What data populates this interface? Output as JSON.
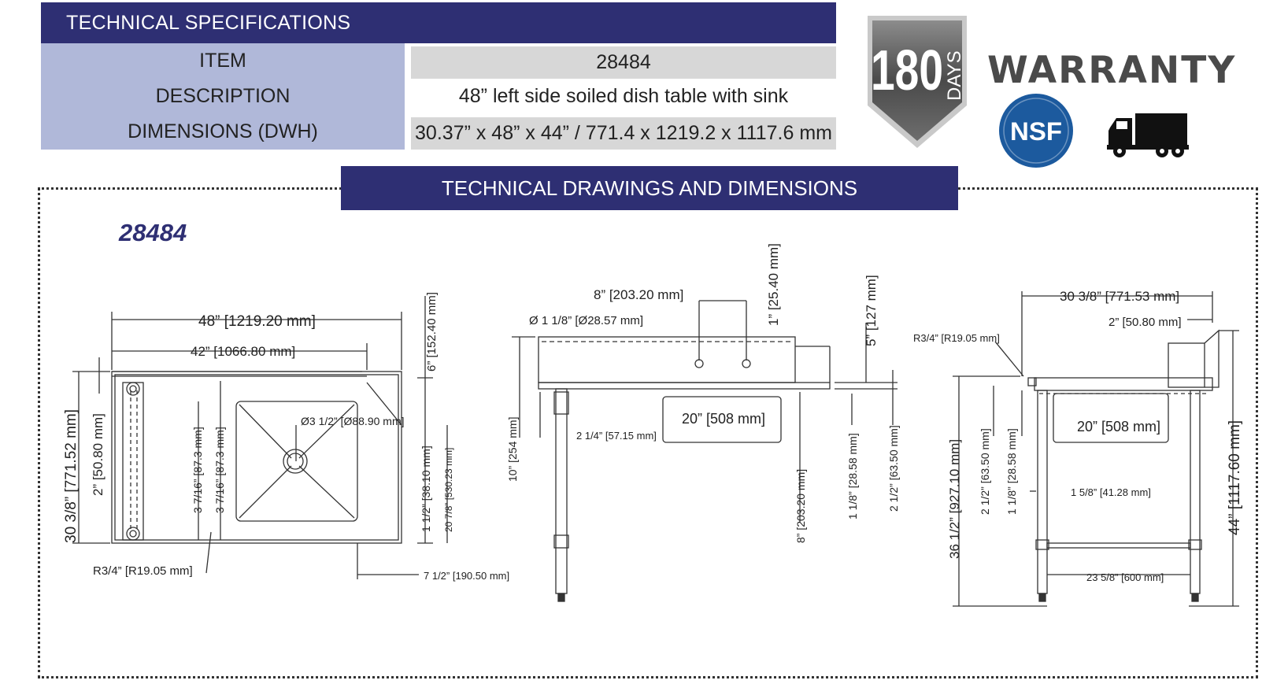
{
  "specs": {
    "header": "TECHNICAL SPECIFICATIONS",
    "rows": [
      {
        "label": "ITEM",
        "value": "28484"
      },
      {
        "label": "DESCRIPTION",
        "value": "48” left side soiled dish table with sink"
      },
      {
        "label": "DIMENSIONS (DWH)",
        "value": "30.37” x 48” x 44” / 771.4 x 1219.2 x 1117.6 mm"
      }
    ]
  },
  "badges": {
    "days_number": "180",
    "days_word": "DAYS",
    "warranty": "WARRANTY",
    "nsf": "NSF",
    "truck_icon": "delivery-truck-icon"
  },
  "drawings": {
    "header": "TECHNICAL DRAWINGS AND DIMENSIONS",
    "model": "28484",
    "top_view": {
      "overall_width": "48” [1219.20 mm]",
      "table_width": "42” [1066.80 mm]",
      "backsplash_height": "6” [152.40 mm]",
      "drain_dia": "Ø3 1/2” [Ø88.90 mm]",
      "overall_depth": "30 3/8” [771.52 mm]",
      "edge": "2” [50.80 mm]",
      "offset_a": "3 7/16” [87.3 mm]",
      "offset_b": "3 7/16” [87.3 mm]",
      "front_edge": "1 1/2” [38.10 mm]",
      "sink_depth": "20 7/8” [530.23 mm]",
      "radius": "R3/4” [R19.05 mm]",
      "side_offset": "7 1/2” [190.50 mm]"
    },
    "front_view": {
      "faucet_spacing": "8” [203.20 mm]",
      "holes": "Ø 1 1/8” [Ø28.57 mm]",
      "hole_height": "1” [25.40 mm]",
      "splash": "5” [127 mm]",
      "bowl": "20” [508 mm]",
      "bowl_depth": "10” [254 mm]",
      "leg_offset": "2 1/4” [57.15 mm]",
      "sink_drop": "8” [203.20 mm]",
      "rim": "1 1/8” [28.58 mm]",
      "top_thk": "2 1/2” [63.50 mm]"
    },
    "side_view": {
      "depth": "30 3/8” [771.53 mm]",
      "backsplash": "2” [50.80 mm]",
      "radius": "R3/4” [R19.05 mm]",
      "bowl": "20” [508 mm]",
      "work_height": "36 1/2” [927.10 mm]",
      "top_thk": "2 1/2” [63.50 mm]",
      "rim": "1 1/8” [28.58 mm]",
      "leg": "1 5/8” [41.28 mm]",
      "overall_height": "44” [1117.60 mm]",
      "crossbar": "23 5/8” [600 mm]"
    }
  }
}
